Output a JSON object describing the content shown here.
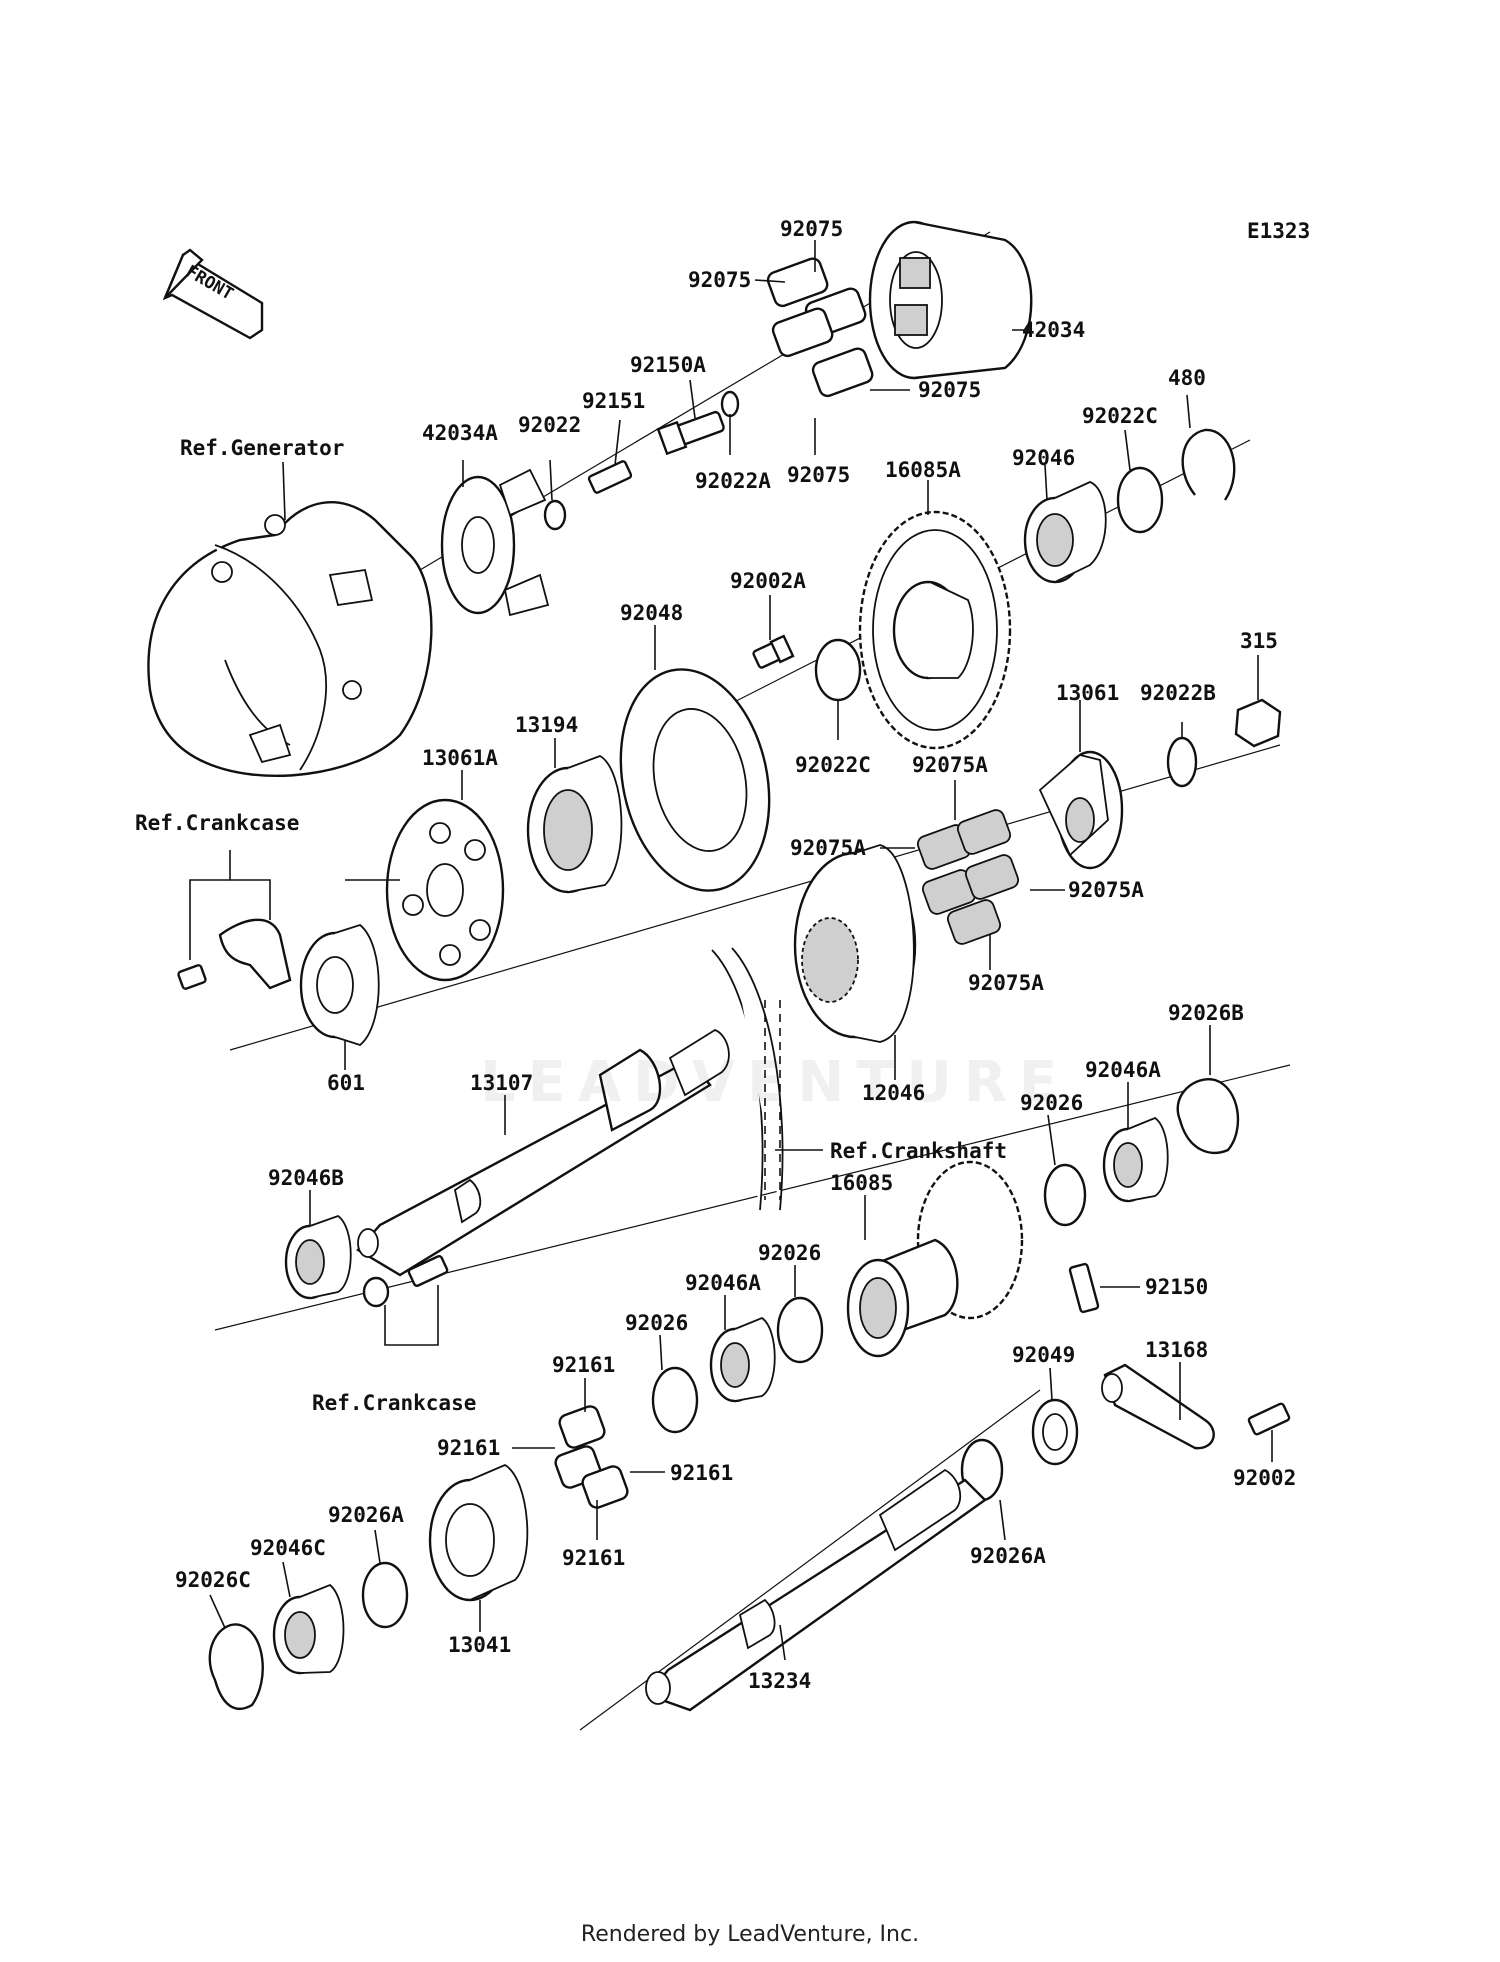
{
  "diagram_code": "E1323",
  "front_arrow_label": "FRONT",
  "references": {
    "generator": "Ref.Generator",
    "crankcase_top": "Ref.Crankcase",
    "crankshaft": "Ref.Crankshaft",
    "crankcase_bottom": "Ref.Crankcase"
  },
  "parts": {
    "p92075_top": "92075",
    "p92075_left": "92075",
    "p92075_right": "92075",
    "p92075_bottom": "92075",
    "p42034": "42034",
    "p92150A": "92150A",
    "p92022A": "92022A",
    "p92151": "92151",
    "p42034A": "42034A",
    "p92022": "92022",
    "p480": "480",
    "p92022C_top": "92022C",
    "p92046": "92046",
    "p16085A": "16085A",
    "p92002A": "92002A",
    "p92048": "92048",
    "p315": "315",
    "p92022B": "92022B",
    "p13061": "13061",
    "p13194": "13194",
    "p13061A": "13061A",
    "p92022C_mid": "92022C",
    "p92075A_top": "92075A",
    "p92075A_left": "92075A",
    "p92075A_right": "92075A",
    "p92075A_bottom": "92075A",
    "p601": "601",
    "p12046": "12046",
    "p13107": "13107",
    "p92026B": "92026B",
    "p92046A_top": "92046A",
    "p92026_right": "92026",
    "p92046B": "92046B",
    "p16085": "16085",
    "p92026_mid": "92026",
    "p92046A_mid": "92046A",
    "p92026_low": "92026",
    "p92150": "92150",
    "p92161_top": "92161",
    "p92161_left": "92161",
    "p92161_right": "92161",
    "p92161_bottom": "92161",
    "p92049": "92049",
    "p13168": "13168",
    "p92002": "92002",
    "p92026A_left": "92026A",
    "p92046C": "92046C",
    "p92026C": "92026C",
    "p13041": "13041",
    "p92026A_right": "92026A",
    "p13234": "13234"
  },
  "watermark_text": "LEADVENTURE",
  "footer_text": "Rendered by LeadVenture, Inc."
}
